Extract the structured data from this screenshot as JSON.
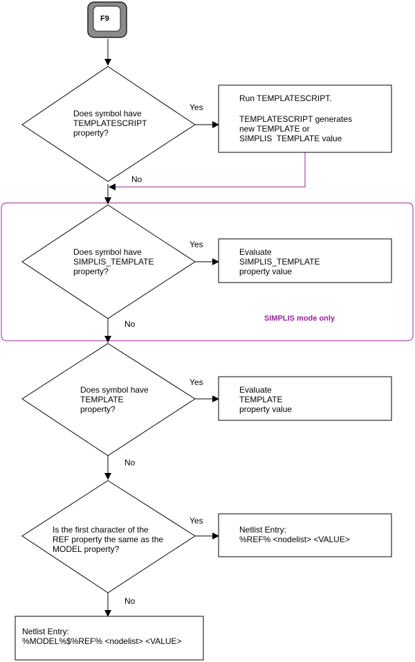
{
  "key": {
    "label": "F9"
  },
  "decisions": [
    {
      "lines": [
        "Does symbol have",
        "TEMPLATESCRIPT",
        "property?"
      ],
      "yes": "Yes",
      "no": "No"
    },
    {
      "lines": [
        "Does symbol have",
        "SIMPLIS_TEMPLATE",
        "property?"
      ],
      "yes": "Yes",
      "no": "No"
    },
    {
      "lines": [
        "Does symbol have",
        "TEMPLATE",
        "property?"
      ],
      "yes": "Yes",
      "no": "No"
    },
    {
      "lines": [
        "Is the first character of the",
        "REF property the same as the",
        "MODEL property?"
      ],
      "yes": "Yes",
      "no": "No"
    }
  ],
  "actions": [
    {
      "lines": [
        "Run TEMPLATESCRIPT.",
        "",
        "TEMPLATESCRIPT generates",
        "new TEMPLATE or",
        "SIMPLIS  TEMPLATE value"
      ]
    },
    {
      "lines": [
        "Evaluate",
        "SIMPLIS_TEMPLATE",
        "property value"
      ]
    },
    {
      "lines": [
        "Evaluate",
        "TEMPLATE",
        "property value"
      ]
    },
    {
      "lines": [
        "Netlist Entry:",
        "%REF% <nodelist> <VALUE>"
      ]
    }
  ],
  "final_box": {
    "lines": [
      "Netlist Entry:",
      "%MODEL%$%REF% <nodelist> <VALUE>"
    ]
  },
  "region": {
    "label": "SIMPLIS mode only",
    "color": "#9b1f9b"
  }
}
